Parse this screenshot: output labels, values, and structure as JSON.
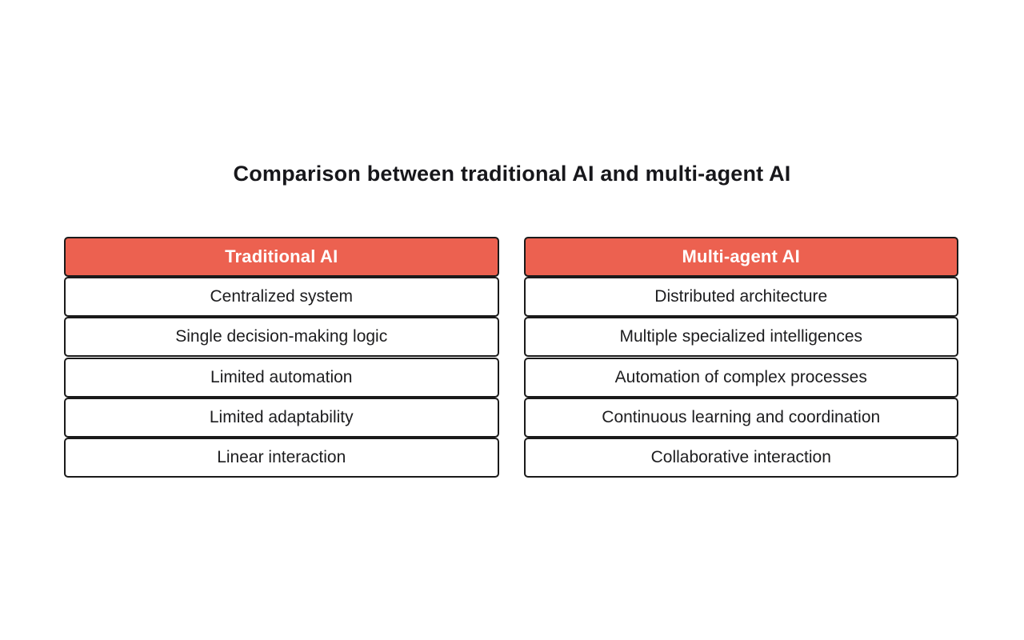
{
  "title": "Comparison between traditional AI and multi-agent AI",
  "colors": {
    "header_background": "#EC6150",
    "header_text": "#ffffff",
    "row_border": "#1a1a1a",
    "row_background": "#ffffff",
    "body_text": "#1d1d1f",
    "title_text": "#17171b",
    "page_background": "#ffffff"
  },
  "tables": [
    {
      "header": "Traditional AI",
      "rows": [
        "Centralized system",
        "Single decision-making logic",
        "Limited automation",
        "Limited adaptability",
        "Linear interaction"
      ]
    },
    {
      "header": "Multi-agent AI",
      "rows": [
        "Distributed architecture",
        "Multiple specialized intelligences",
        "Automation of complex processes",
        "Continuous learning and coordination",
        "Collaborative interaction"
      ]
    }
  ]
}
